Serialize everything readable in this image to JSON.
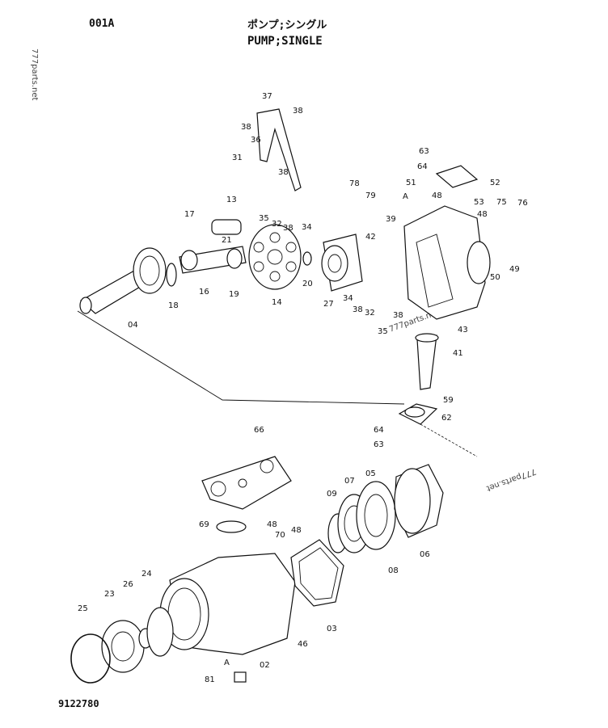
{
  "header": {
    "code": "001A",
    "title_jp": "ポンプ;シングル",
    "title_en": "PUMP;SINGLE"
  },
  "footer": {
    "drawing_number": "9122780"
  },
  "watermarks": [
    "777parts.net",
    "777parts.net",
    "777parts.net"
  ],
  "callouts": [
    "37",
    "38",
    "38",
    "36",
    "31",
    "38",
    "13",
    "17",
    "21",
    "35",
    "32",
    "38",
    "34",
    "78",
    "79",
    "51",
    "A",
    "48",
    "53",
    "63",
    "64",
    "52",
    "75",
    "76",
    "48",
    "39",
    "42",
    "49",
    "50",
    "20",
    "04",
    "18",
    "16",
    "19",
    "14",
    "27",
    "34",
    "38",
    "32",
    "35",
    "38",
    "43",
    "41",
    "59",
    "62",
    "64",
    "63",
    "66",
    "69",
    "48",
    "70",
    "48",
    "09",
    "07",
    "05",
    "06",
    "08",
    "03",
    "24",
    "26",
    "23",
    "25",
    "46",
    "A",
    "02",
    "81"
  ]
}
